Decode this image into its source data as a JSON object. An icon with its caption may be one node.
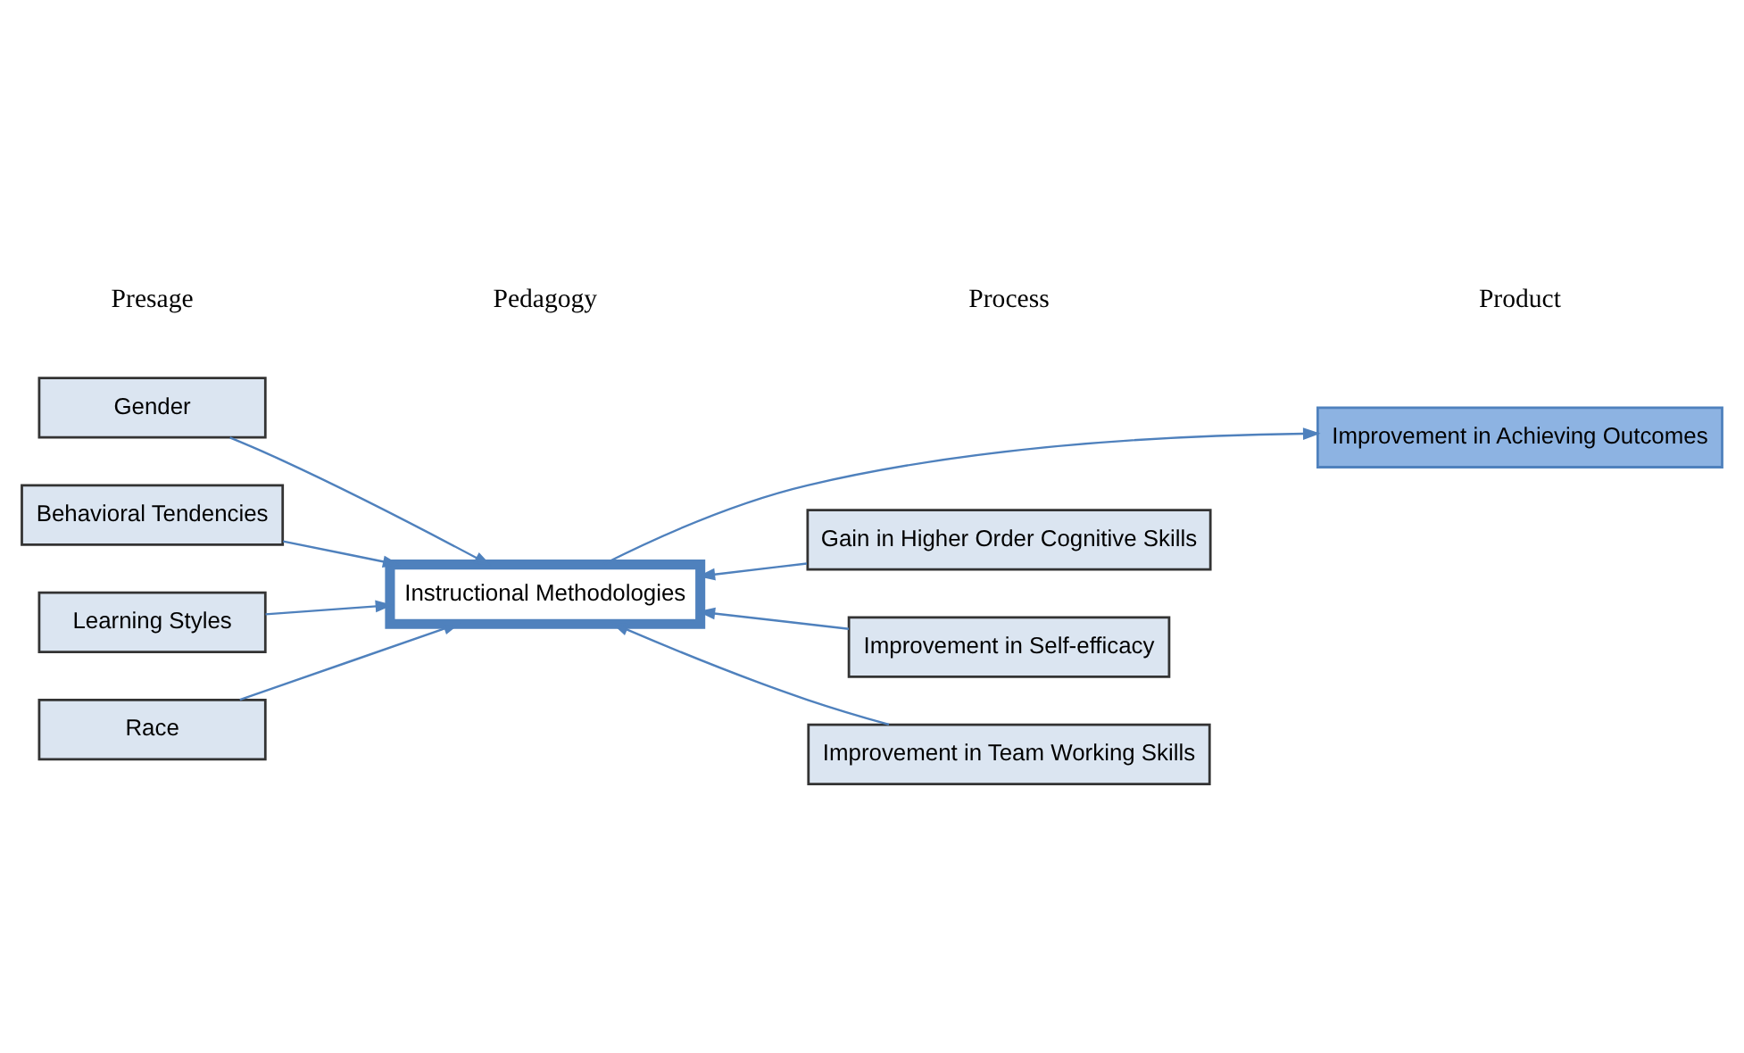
{
  "diagram": {
    "nodes": [
      {
        "text": [
          "Instructional Methodologies"
        ]
      },
      {
        "text": [
          "Improvement in Achieving Outcomes"
        ]
      },
      {
        "text": [
          "Gender"
        ]
      },
      {
        "text": [
          "Behavioral Tendencies"
        ]
      },
      {
        "text": [
          "Learning Styles"
        ]
      },
      {
        "text": [
          "Race"
        ]
      },
      {
        "text": [
          "Gain in Higher Order Cognitive Skills"
        ]
      },
      {
        "text": [
          "Improvement in Self-efficacy"
        ]
      },
      {
        "text": [
          "Improvement in Team Working Skills"
        ]
      }
    ],
    "edges": [
      {
        "from": 0,
        "to": 1,
        "arrow": "to"
      },
      {
        "from": 2,
        "to": 0,
        "arrow": "to"
      },
      {
        "from": 3,
        "to": 0,
        "arrow": "to"
      },
      {
        "from": 4,
        "to": 0,
        "arrow": "to"
      },
      {
        "from": 5,
        "to": 0,
        "arrow": "to"
      },
      {
        "from": 6,
        "to": 0,
        "arrow": "to"
      },
      {
        "from": 7,
        "to": 0,
        "arrow": "to"
      },
      {
        "from": 8,
        "to": 0,
        "arrow": "to"
      }
    ],
    "labels": [
      "Presage",
      "Pedagogy",
      "Process",
      "Product"
    ]
  }
}
